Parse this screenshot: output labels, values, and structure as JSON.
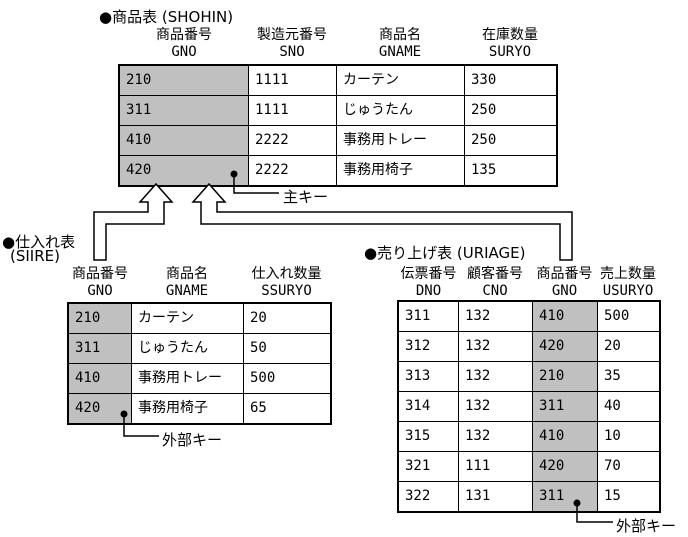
{
  "annotations": {
    "primary_key": "主キー",
    "foreign_key_siire": "外部キー",
    "foreign_key_uriage": "外部キー"
  },
  "colors": {
    "key_column_fill": "#c0c0c0",
    "line": "#000000",
    "background": "#ffffff"
  },
  "tables": {
    "shohin": {
      "title": "●商品表 (SHOHIN)",
      "columns": [
        {
          "name": "商品番号",
          "code": "GNO"
        },
        {
          "name": "製造元番号",
          "code": "SNO"
        },
        {
          "name": "商品名",
          "code": "GNAME"
        },
        {
          "name": "在庫数量",
          "code": "SURYO"
        }
      ],
      "rows": [
        [
          "210",
          "1111",
          "カーテン",
          "330"
        ],
        [
          "311",
          "1111",
          "じゅうたん",
          "250"
        ],
        [
          "410",
          "2222",
          "事務用トレー",
          "250"
        ],
        [
          "420",
          "2222",
          "事務用椅子",
          "135"
        ]
      ]
    },
    "siire": {
      "title_line1": "●仕入れ表",
      "title_line2": "(SIIRE)",
      "columns": [
        {
          "name": "商品番号",
          "code": "GNO"
        },
        {
          "name": "商品名",
          "code": "GNAME"
        },
        {
          "name": "仕入れ数量",
          "code": "SSURYO"
        }
      ],
      "rows": [
        [
          "210",
          "カーテン",
          "20"
        ],
        [
          "311",
          "じゅうたん",
          "50"
        ],
        [
          "410",
          "事務用トレー",
          "500"
        ],
        [
          "420",
          "事務用椅子",
          "65"
        ]
      ]
    },
    "uriage": {
      "title": "●売り上げ表 (URIAGE)",
      "columns": [
        {
          "name": "伝票番号",
          "code": "DNO"
        },
        {
          "name": "顧客番号",
          "code": "CNO"
        },
        {
          "name": "商品番号",
          "code": "GNO"
        },
        {
          "name": "売上数量",
          "code": "USURYO"
        }
      ],
      "rows": [
        [
          "311",
          "132",
          "410",
          "500"
        ],
        [
          "312",
          "132",
          "420",
          "20"
        ],
        [
          "313",
          "132",
          "210",
          "35"
        ],
        [
          "314",
          "132",
          "311",
          "40"
        ],
        [
          "315",
          "132",
          "410",
          "10"
        ],
        [
          "321",
          "111",
          "420",
          "70"
        ],
        [
          "322",
          "131",
          "311",
          "15"
        ]
      ]
    }
  }
}
